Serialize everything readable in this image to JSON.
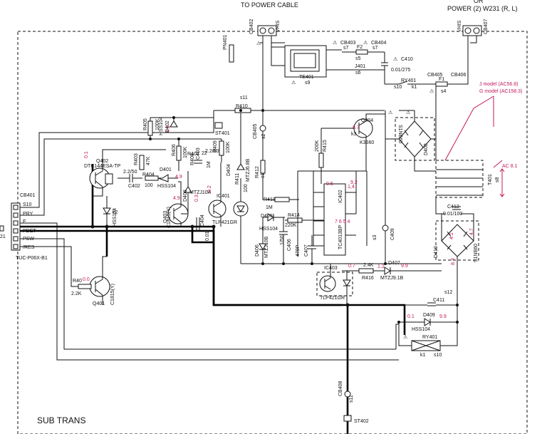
{
  "labels": {
    "power_cable": "TO POWER CABLE",
    "power_top": "OR",
    "power_right": "POWER (2) W231 (R, L)",
    "sub_trans": "SUB TRANS",
    "cb402": "CB402",
    "vhis_left": "VHIS",
    "cb407": "CB407",
    "vhis_right": "VHIS",
    "pn401": "PN401",
    "cb403": "CB403",
    "s7a": "s7",
    "cb404": "CB404",
    "s7b": "s7",
    "f2": "F2",
    "s5": "s5",
    "j401": "J401",
    "s6": "s6",
    "c410": "C410",
    "c410v": "0.01/275",
    "ry401_top": "RY401",
    "s10a": "s10",
    "k1a": "k1",
    "te401": "TE401",
    "s9": "s9",
    "cb405": "CB405",
    "cb406": "CB406",
    "f1": "F1",
    "s4": "s4",
    "j_model": "J model (AC56.8)",
    "g_model": "G model (AC158.3)",
    "s11": "s11",
    "r410": "R410",
    "q404": "Q404",
    "k3": "k3",
    "k3660": "K3660",
    "d408": "D408",
    "sine60": "S1NB60",
    "st401": "ST401",
    "cb401": "CB401",
    "p_s10": "S10",
    "p_pry": "PRY",
    "p_e": "E",
    "p_pdet": "PDET",
    "p_psw": "PSW",
    "p_res": "/RES",
    "conn": "TUC-P06X-B1",
    "q402": "Q402",
    "dtc": "DTC144ESA-TP",
    "c402": "C402",
    "c402v": "2.2/50",
    "r405": "R405",
    "r405v": "100K",
    "r403": "R403",
    "r403v": "47K",
    "r404": "R404",
    "r404v": "100",
    "d401": "D401",
    "hss104": "HSS104",
    "d402": "D402",
    "hss104b": "HSS104",
    "r406": "R406",
    "r406v": "100K",
    "r407": "R407",
    "r407v": "22",
    "c403": "C403",
    "c403v": "2.2/50",
    "r408": "R408",
    "r408v": "1M",
    "r409": "R409",
    "r409v": "100K",
    "d404": "D404",
    "mtz": "MTZJ6.8B",
    "r411": "R411",
    "r411v": "100",
    "r412": "R412",
    "s1": "s1",
    "s2": "s2",
    "q403": "Q403",
    "c1815": "C1815(Y)",
    "d403": "D403",
    "mtzja": "MTZJ10A",
    "c404": "C404",
    "c404v": "0.01",
    "ic401": "IC401",
    "tlp": "TLP421GR",
    "r413": "R413",
    "r413v": "1M",
    "d405": "D405",
    "hss104c": "HSS104",
    "d406": "D406",
    "mtzj10b": "MTZJ10B",
    "c406": "C406",
    "c406v": "1/50",
    "r414": "R414",
    "r414v": "220K",
    "r415": "R415",
    "r415v": "200K",
    "ic402": "IC402",
    "tc": "TC4013BP",
    "c407": "C407",
    "c407v": "470P",
    "c409": "C409",
    "s3": "s3",
    "d407": "D407",
    "mtzj91b": "MTZJ9.1B",
    "r416": "R416",
    "r416v": "2.4K",
    "ic403": "IC403",
    "tlp2": "TLP421GR",
    "c411": "C411",
    "s12": "s12",
    "d409": "D409",
    "hss104d": "HSS104",
    "ry401": "RY401",
    "k1b": "k1",
    "s10b": "s10",
    "t401": "T401",
    "s8": "s8",
    "ac81": "AC 8.1",
    "c412": "C412",
    "c412v": "0.01/100",
    "d410": "D410",
    "sinb60": "S1NB60",
    "r40x": "R40",
    "r40xv": "2.2K",
    "q401": "Q401",
    "c1815b": "C1815(Y)",
    "hss104e": "HSS104",
    "cb408": "CB408",
    "st402": "ST402",
    "e21": "21"
  },
  "voltages": {
    "v_q402": "0.1",
    "v_r405": "4.9",
    "v_d401": "4.9",
    "v_q403": "4.9",
    "v_mtz": "0.3",
    "v_ic401": "0.2",
    "v_r40": "0.0",
    "v_q404": "8.7",
    "v_ic402a": "0.5",
    "v_ic402b": "9.2",
    "v_ic403a": "0.7",
    "v_ic403b": "1.2",
    "v_d407": "9.9",
    "v_d409a": "0.1",
    "v_d409b": "9.9",
    "v_d410a": "4.1",
    "v_d410b": "8.3",
    "v_d410c": "4.7"
  }
}
